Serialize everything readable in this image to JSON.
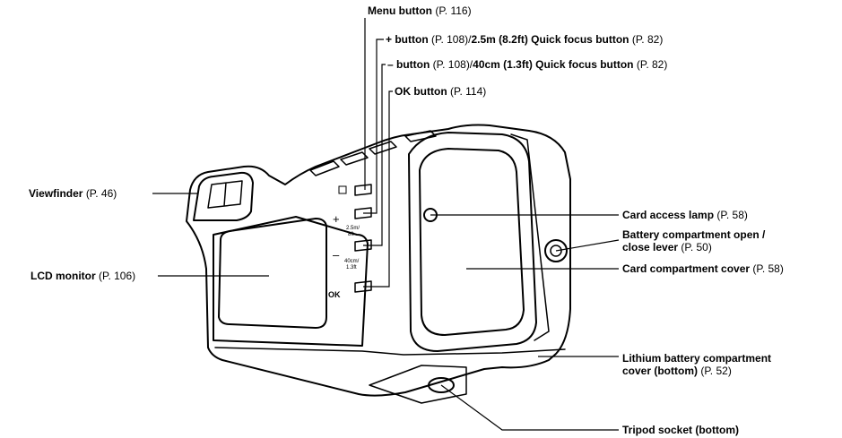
{
  "labels": {
    "menu": {
      "name": "Menu button",
      "page": "(P. 116)"
    },
    "plus": {
      "name": "+ button",
      "page1": "(P. 108)/",
      "name2": "2.5m (8.2ft) Quick focus button",
      "page2": "(P. 82)"
    },
    "minus": {
      "name": "– button",
      "page1": "(P. 108)/",
      "name2": "40cm (1.3ft) Quick focus button",
      "page2": "(P. 82)"
    },
    "ok": {
      "name": "OK button",
      "page": "(P. 114)"
    },
    "viewfinder": {
      "name": "Viewfinder",
      "page": "(P. 46)"
    },
    "lcd": {
      "name": "LCD monitor",
      "page": "(P. 106)"
    },
    "card_lamp": {
      "name": "Card access lamp",
      "page": "(P. 58)"
    },
    "battery_lever": {
      "name_line1": "Battery compartment open /",
      "name_line2": "close lever",
      "page": "(P. 50)"
    },
    "card_cover": {
      "name": "Card compartment cover",
      "page": "(P. 58)"
    },
    "lithium_cover": {
      "name_line1": "Lithium battery compartment",
      "name_line2": "cover (bottom)",
      "page": "(P. 52)"
    },
    "tripod": {
      "name": "Tripod socket (bottom)"
    }
  },
  "camera_markings": {
    "plus_sign": "+",
    "minus_sign": "–",
    "ok_mark": "OK",
    "distance_far": [
      "2.5m/",
      "8ft"
    ],
    "distance_near": [
      "40cm/",
      "1.3ft"
    ]
  },
  "colors": {
    "line": "#000000",
    "body": "#ffffff"
  }
}
